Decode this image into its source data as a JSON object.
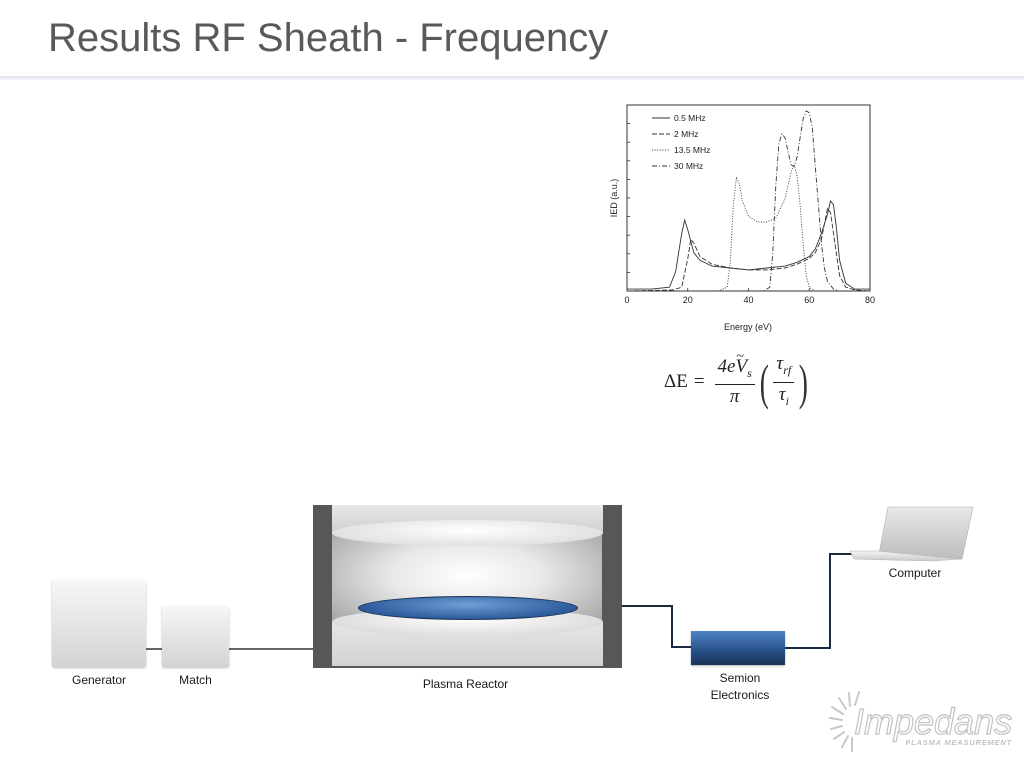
{
  "slide": {
    "title": "Results RF Sheath - Frequency"
  },
  "chart_data": {
    "type": "line",
    "title": "",
    "xlabel": "Energy (eV)",
    "ylabel": "IED (a.u.)",
    "xlim": [
      0,
      80
    ],
    "xticks": [
      0,
      20,
      40,
      60,
      80
    ],
    "ylim": [
      0,
      1
    ],
    "legend_position": "top-left",
    "grid": false,
    "series": [
      {
        "name": "0.5 MHz",
        "style": "solid",
        "x": [
          0,
          8,
          14,
          16,
          18,
          19,
          20,
          22,
          24,
          28,
          34,
          40,
          46,
          52,
          56,
          60,
          62,
          64,
          66,
          67,
          68,
          69,
          70,
          72,
          75,
          80
        ],
        "y": [
          0.01,
          0.01,
          0.02,
          0.1,
          0.3,
          0.37,
          0.32,
          0.2,
          0.16,
          0.13,
          0.12,
          0.11,
          0.12,
          0.13,
          0.15,
          0.18,
          0.22,
          0.3,
          0.4,
          0.47,
          0.45,
          0.32,
          0.16,
          0.04,
          0.01,
          0.01
        ]
      },
      {
        "name": "2 MHz",
        "style": "dashed",
        "x": [
          0,
          15,
          18,
          20,
          21,
          22,
          24,
          28,
          34,
          40,
          46,
          52,
          56,
          60,
          62,
          64,
          65,
          66,
          67,
          68,
          70,
          72,
          75,
          80
        ],
        "y": [
          0,
          0.005,
          0.02,
          0.17,
          0.27,
          0.25,
          0.18,
          0.14,
          0.12,
          0.11,
          0.11,
          0.12,
          0.14,
          0.17,
          0.2,
          0.27,
          0.35,
          0.43,
          0.41,
          0.3,
          0.08,
          0.02,
          0.005,
          0
        ]
      },
      {
        "name": "13.5 MHz",
        "style": "dotted",
        "x": [
          0,
          30,
          33,
          34,
          35,
          36,
          37,
          38,
          40,
          43,
          46,
          49,
          52,
          54,
          55,
          56,
          57,
          58,
          59,
          60,
          62,
          66,
          80
        ],
        "y": [
          0,
          0,
          0.02,
          0.15,
          0.45,
          0.59,
          0.56,
          0.47,
          0.39,
          0.36,
          0.36,
          0.38,
          0.48,
          0.62,
          0.66,
          0.6,
          0.45,
          0.24,
          0.08,
          0.02,
          0,
          0,
          0
        ]
      },
      {
        "name": "30 MHz",
        "style": "dash-dot",
        "x": [
          0,
          45,
          47,
          48,
          49,
          50,
          51,
          52,
          53,
          54,
          55,
          56,
          57,
          58,
          59,
          60,
          61,
          62,
          63,
          64,
          65,
          66,
          68,
          70,
          80
        ],
        "y": [
          0,
          0,
          0.02,
          0.2,
          0.55,
          0.77,
          0.82,
          0.8,
          0.73,
          0.66,
          0.65,
          0.7,
          0.8,
          0.9,
          0.94,
          0.93,
          0.85,
          0.65,
          0.45,
          0.25,
          0.12,
          0.05,
          0.01,
          0,
          0
        ]
      }
    ]
  },
  "formula": {
    "lhs": "ΔE",
    "equals": "=",
    "num_coef": "4e",
    "num_var": "V",
    "num_sub": "s",
    "den": "π",
    "tau": "τ",
    "tau_top_sub": "rf",
    "tau_bot_sub": "i"
  },
  "diagram": {
    "generator": "Generator",
    "match": "Match",
    "reactor": "Plasma Reactor",
    "electronics_line1": "Semion",
    "electronics_line2": "Electronics",
    "computer": "Computer",
    "line_color": "#1a2a40",
    "sensor_color": "#3a6eb5"
  },
  "logo": {
    "name": "Impedans",
    "tagline": "PLASMA MEASUREMENT"
  }
}
